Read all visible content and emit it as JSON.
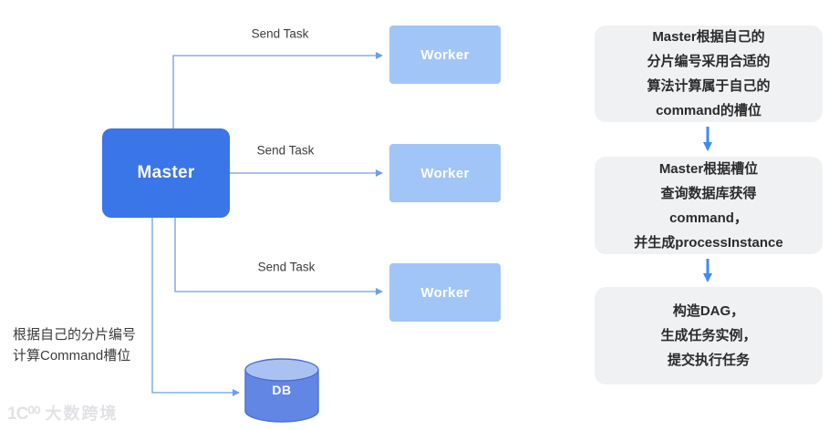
{
  "diagram": {
    "master": {
      "label": "Master"
    },
    "workers": [
      {
        "label": "Worker"
      },
      {
        "label": "Worker"
      },
      {
        "label": "Worker"
      }
    ],
    "edges": [
      {
        "label": "Send Task"
      },
      {
        "label": "Send Task"
      },
      {
        "label": "Send Task"
      }
    ],
    "db": {
      "label": "DB"
    },
    "note": {
      "text": "根据自己的分片编号\n计算Command槽位"
    }
  },
  "flow": {
    "steps": [
      {
        "text": "Master根据自己的\n分片编号采用合适的\n算法计算属于自己的\ncommand的槽位"
      },
      {
        "text": "Master根据槽位\n查询数据库获得\ncommand，\n并生成processInstance"
      },
      {
        "text": "构造DAG，\n生成任务实例，\n提交执行任务"
      }
    ]
  },
  "watermark": {
    "logo": "1C⁰⁰",
    "text": "大数跨境"
  },
  "colors": {
    "master_fill": "#3A76E8",
    "worker_fill": "#A2C5F8",
    "db_body_fill": "#6286E4",
    "db_top_fill": "#A9C2F1",
    "db_stroke": "#4A6FD4",
    "connector_blue": "#6D9EEA",
    "flow_arrow_blue": "#3D8AF7",
    "step_bg": "#F0F1F3",
    "text_dark": "#2b2b2b"
  }
}
